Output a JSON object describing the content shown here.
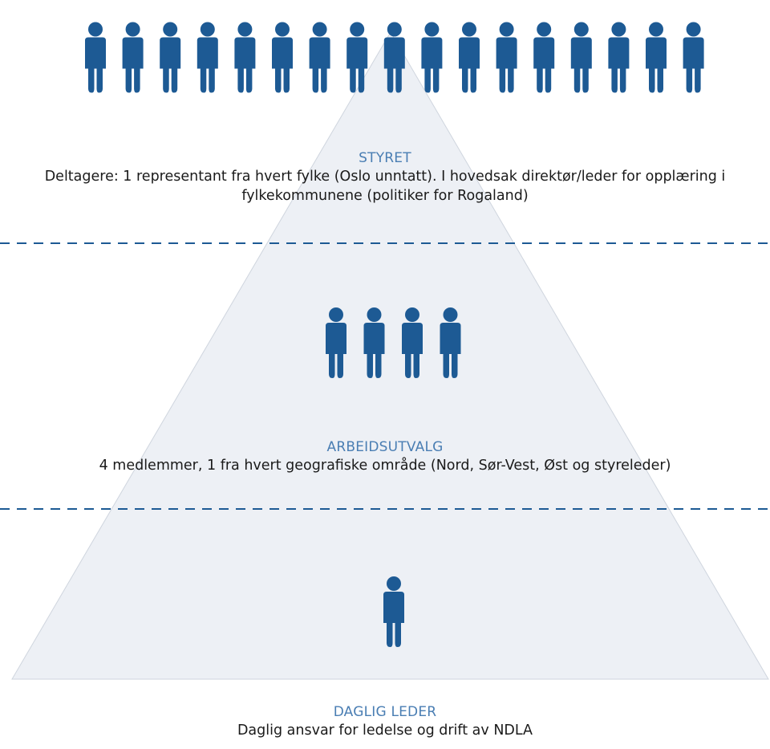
{
  "colors": {
    "person": "#1d5a94",
    "pyramid_fill": "#edf0f5",
    "pyramid_stroke": "#cfd5de",
    "divider": "#1d5a94",
    "title": "#4a7eb3",
    "text": "#1a1a1a"
  },
  "icons": {
    "person": "person-icon"
  },
  "tiers": {
    "styret": {
      "title": "STYRET",
      "description": "Deltagere: 1 representant fra hvert fylke (Oslo unntatt). I hovedsak direktør/leder for opplæring i fylkekommunene (politiker for Rogaland)",
      "member_count": 17
    },
    "arbeidsutvalg": {
      "title": "ARBEIDSUTVALG",
      "description": "4 medlemmer, 1 fra hvert geografiske område (Nord, Sør-Vest, Øst og styreleder)",
      "member_count": 4
    },
    "daglig_leder": {
      "title": "DAGLIG LEDER",
      "description": "Daglig ansvar for ledelse og drift av NDLA",
      "member_count": 1
    }
  }
}
